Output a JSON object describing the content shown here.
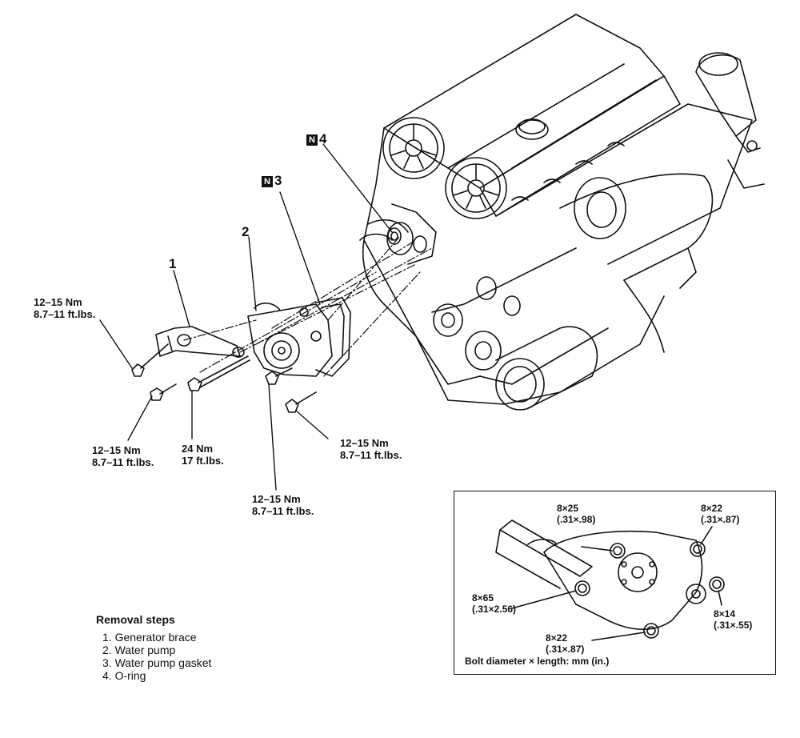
{
  "callouts": {
    "n1": {
      "number": "1"
    },
    "n2": {
      "number": "2"
    },
    "n3": {
      "badge": "N",
      "number": "3"
    },
    "n4": {
      "badge": "N",
      "number": "4"
    }
  },
  "torque_labels": {
    "brace_bolt": {
      "line1": "12–15 Nm",
      "line2": "8.7–11 ft.lbs."
    },
    "lower_bolt": {
      "line1": "12–15 Nm",
      "line2": "8.7–11 ft.lbs."
    },
    "long_bolt": {
      "line1": "24 Nm",
      "line2": "17 ft.lbs."
    },
    "pump_bolt_bottom": {
      "line1": "12–15 Nm",
      "line2": "8.7–11 ft.lbs."
    },
    "pump_bolt_right": {
      "line1": "12–15 Nm",
      "line2": "8.7–11 ft.lbs."
    }
  },
  "removal_steps": {
    "title": "Removal steps",
    "items": [
      "1. Generator brace",
      "2. Water pump",
      "3. Water pump gasket",
      "4. O-ring"
    ]
  },
  "inset": {
    "bolts": [
      {
        "size": "8×25",
        "inches": "(.31×.98)"
      },
      {
        "size": "8×22",
        "inches": "(.31×.87)"
      },
      {
        "size": "8×65",
        "inches": "(.31×2.56)"
      },
      {
        "size": "8×22",
        "inches": "(.31×.87)"
      },
      {
        "size": "8×14",
        "inches": "(.31×.55)"
      }
    ],
    "caption": "Bolt diameter × length: mm (in.)"
  }
}
